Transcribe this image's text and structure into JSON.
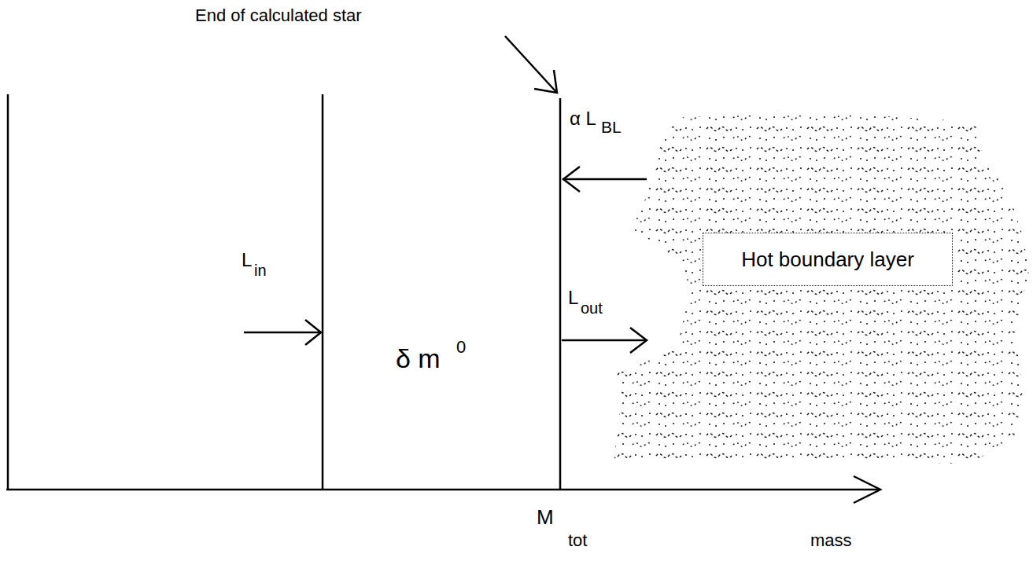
{
  "diagram": {
    "nodes": [
      {
        "text": [
          "Hot boundary layer"
        ]
      }
    ],
    "labels": [
      "End of calculated star",
      "α L",
      "BL",
      "L",
      "in",
      "δ m",
      "0",
      "L",
      "out",
      "M",
      "tot",
      "mass"
    ]
  }
}
